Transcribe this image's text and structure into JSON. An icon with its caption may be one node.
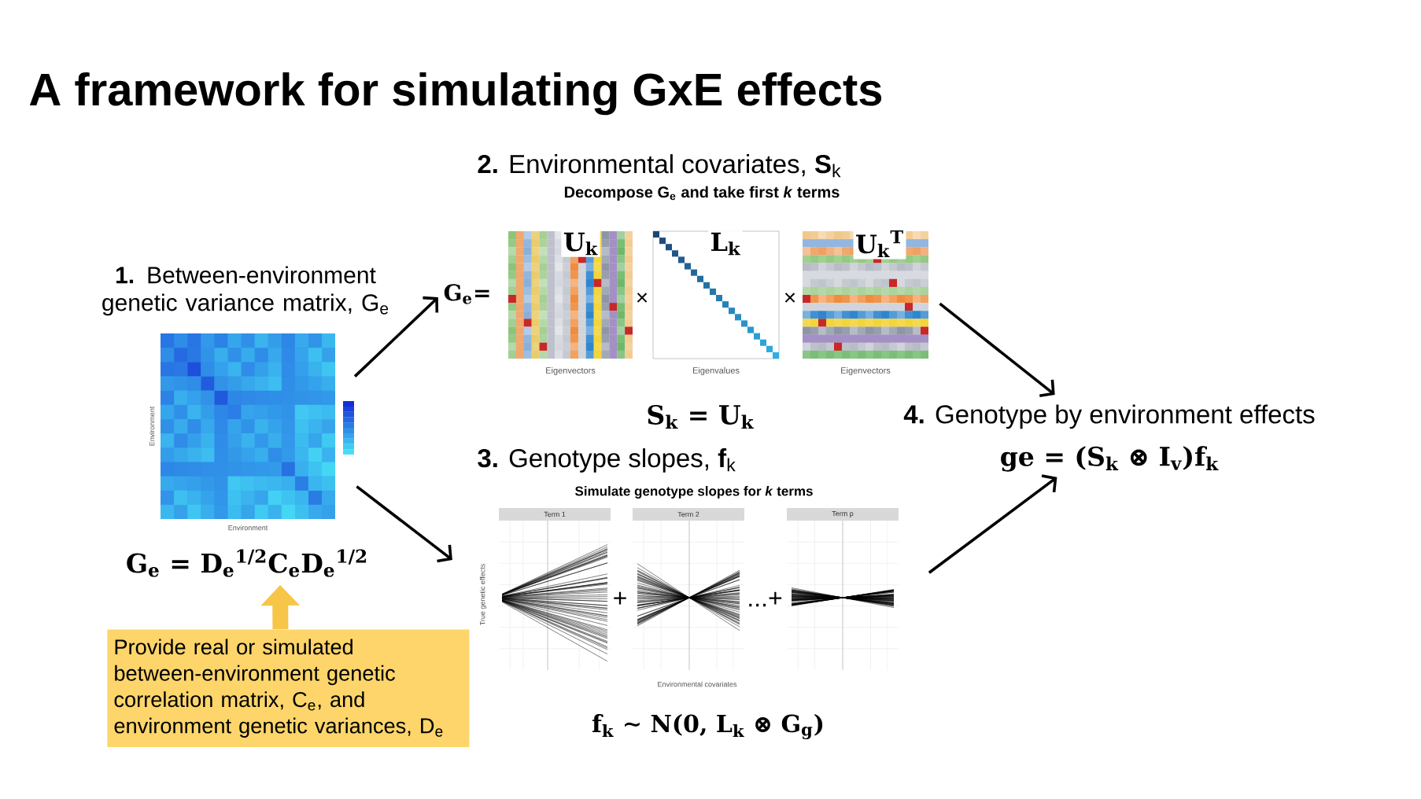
{
  "diagram": {
    "title": "A framework for simulating GxE effects",
    "nodes": [
      {
        "text": [
          "**1.** Between-environment genetic variance matrix, G$_{e}$",
          "Environment"
        ],
        "beside": [
          "Environment"
        ]
      },
      {
        "text": [
          "G$_{e}$ = D$_{e}$$^{1/2}$C$_{e}$D$_{e}$$^{1/2}$"
        ]
      },
      {
        "text": [
          "Provide real or simulated between-environment genetic correlation matrix, C$_{e}$, and environment genetic variances, D$_{e}$"
        ]
      },
      {
        "text": [
          "G$_{e}$="
        ]
      },
      {
        "text": [
          "U$_{k}$"
        ],
        "beside": [
          "Eigenvectors"
        ]
      },
      {
        "text": [
          "L$_{k}$"
        ],
        "beside": [
          "Eigenvalues"
        ]
      },
      {
        "text": [
          "U$_{k}$$^{T}$"
        ],
        "beside": [
          "Eigenvectors"
        ]
      },
      {
        "text": [
          "Term 1"
        ],
        "beside": [
          "True genetic effects"
        ]
      },
      {
        "text": [
          "Term 2"
        ],
        "beside": [
          "Environmental covariates"
        ]
      },
      {
        "text": [
          "Term p"
        ]
      },
      {
        "text": [
          "**4.** Genotype by environment effects",
          "ge = (S$_{k}$ ⊗ I$_{v}$)f$_{k}$"
        ]
      }
    ],
    "edges": [
      {
        "from": 0,
        "to": 3,
        "arrow": "to"
      },
      {
        "from": 0,
        "to": 7,
        "arrow": "to"
      },
      {
        "from": 6,
        "to": 10,
        "arrow": "to"
      },
      {
        "from": 9,
        "to": 10,
        "arrow": "to"
      },
      {
        "from": 2,
        "to": 1,
        "arrow": "to",
        "style": "thick",
        "color": "#f7c548"
      }
    ],
    "labels": [
      "**2.** Environmental covariates, **S**$_{k}$",
      "Decompose G$_{e}$ and take first *k* terms",
      "×",
      "×",
      "S$_{k}$ = U$_{k}$",
      "**3.** Genotype slopes, **f**$_{k}$",
      "Simulate genotype slopes for *k* terms",
      "+",
      "...+",
      "f$_{k}$ ∼ N(0, L$_{k}$ ⊗ G$_{g}$)"
    ]
  }
}
